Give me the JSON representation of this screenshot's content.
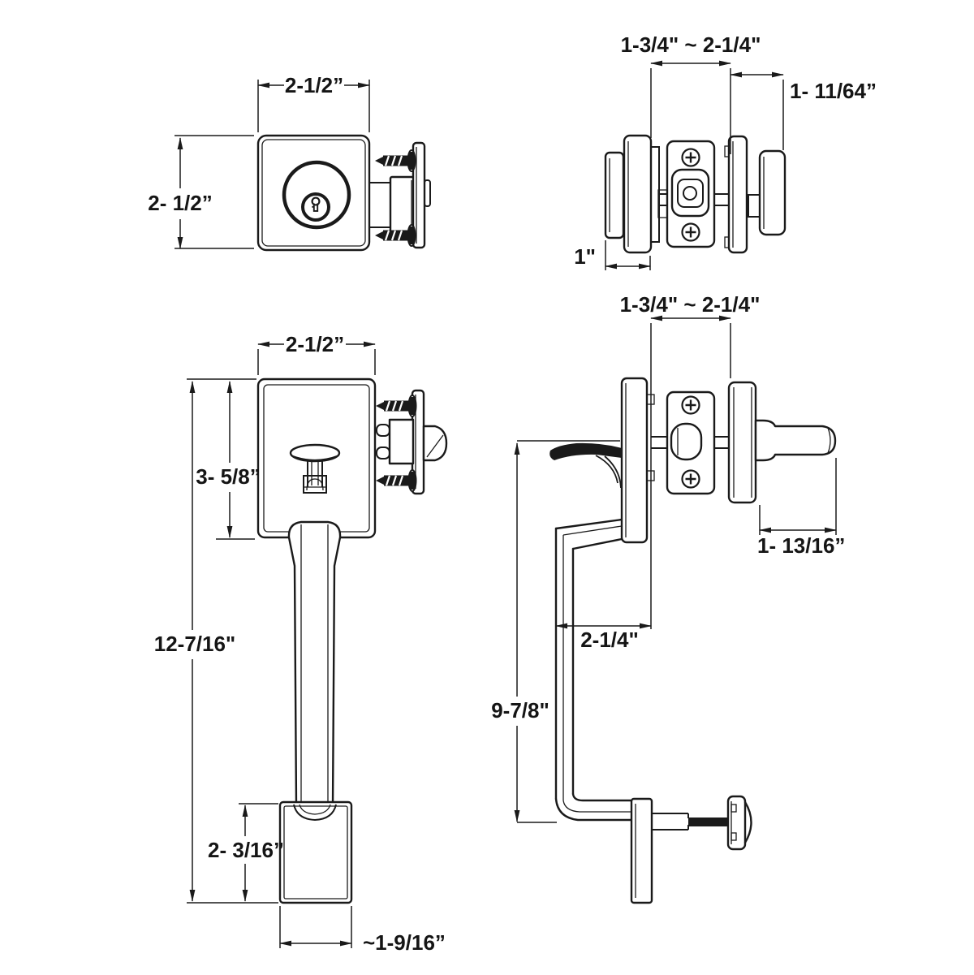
{
  "drawing": {
    "background_color": "#ffffff",
    "line_color": "#1a1a1a",
    "views": {
      "deadbolt_front": {
        "dims": {
          "width": "2-1/2”",
          "height": "2- 1/2”"
        }
      },
      "deadbolt_side": {
        "dims": {
          "door_thickness": "1-3/4\" ~ 2-1/4\"",
          "exterior_projection": "1- 11/64”",
          "interior_projection": "1\""
        }
      },
      "handleset_front": {
        "dims": {
          "plate_width": "2-1/2”",
          "plate_height": "3- 5/8”",
          "overall_height": "12-7/16\"",
          "base_height": "2- 3/16”",
          "base_width": "~1-9/16”"
        }
      },
      "handleset_side": {
        "dims": {
          "door_thickness": "1-3/4\"  ~  2-1/4\"",
          "handle_projection": "2-1/4\"",
          "grip_height": "9-7/8\"",
          "knob_length": "1- 13/16”"
        }
      }
    }
  }
}
